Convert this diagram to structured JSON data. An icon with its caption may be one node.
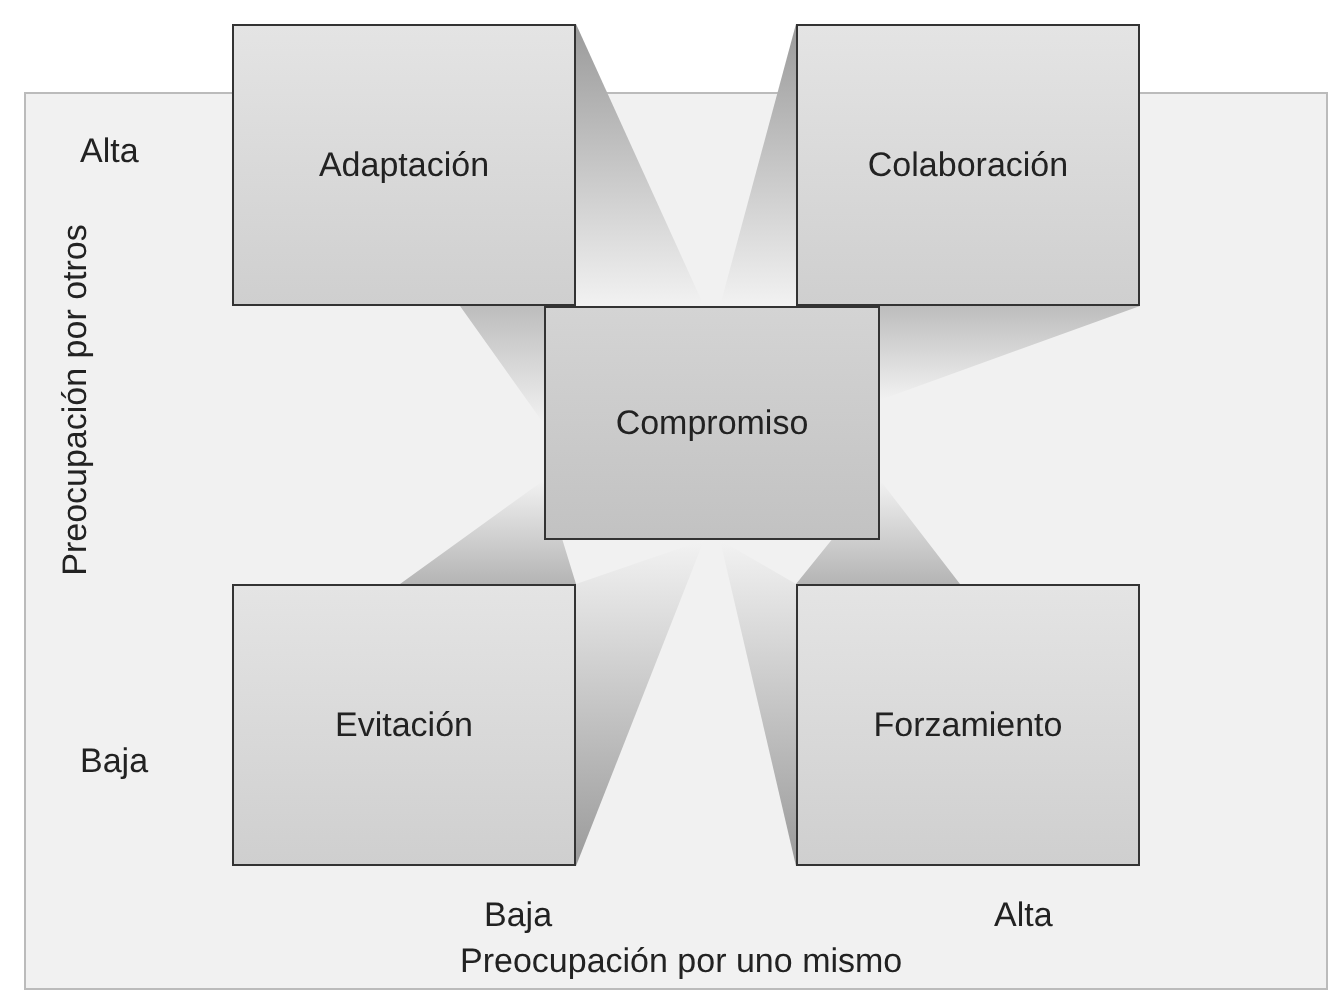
{
  "diagram": {
    "nodes": [
      {
        "text": [
          "Adaptación"
        ]
      },
      {
        "text": [
          "Colaboración"
        ]
      },
      {
        "text": [
          "Compromiso"
        ]
      },
      {
        "text": [
          "Evitación"
        ]
      },
      {
        "text": [
          "Forzamiento"
        ]
      }
    ],
    "labels": [
      "Alta",
      "Preocupación por otros",
      "Baja",
      "Baja",
      "Alta",
      "Preocupación por uno mismo"
    ]
  }
}
